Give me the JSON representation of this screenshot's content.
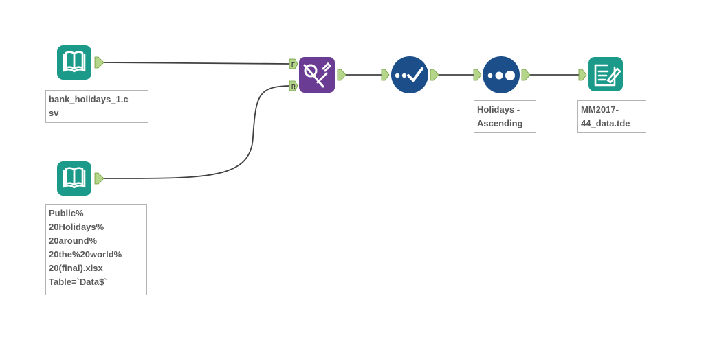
{
  "canvas": {
    "background": "#ffffff",
    "connection_color": "#404040",
    "anchor_color": "#b5d68a"
  },
  "tools": {
    "input1": {
      "icon": "book-icon",
      "color": "#1b9a8a",
      "label": "bank_holidays_1.c\nsv"
    },
    "input2": {
      "icon": "book-icon",
      "color": "#1b9a8a",
      "label": "Public%\n20Holidays%\n20around%\n20the%20world%\n20(final).xlsx\nTable=`Data$`"
    },
    "union": {
      "icon": "union-icon",
      "color": "#6b3c94",
      "anchor_f": "F",
      "anchor_r": "R"
    },
    "select": {
      "icon": "checkmark-icon",
      "color": "#1c4e8a"
    },
    "sort": {
      "icon": "dots-icon",
      "color": "#1c4e8a",
      "label": "Holidays -\nAscending"
    },
    "output": {
      "icon": "document-icon",
      "color": "#1b9a8a",
      "label": "MM2017-\n44_data.tde"
    }
  }
}
